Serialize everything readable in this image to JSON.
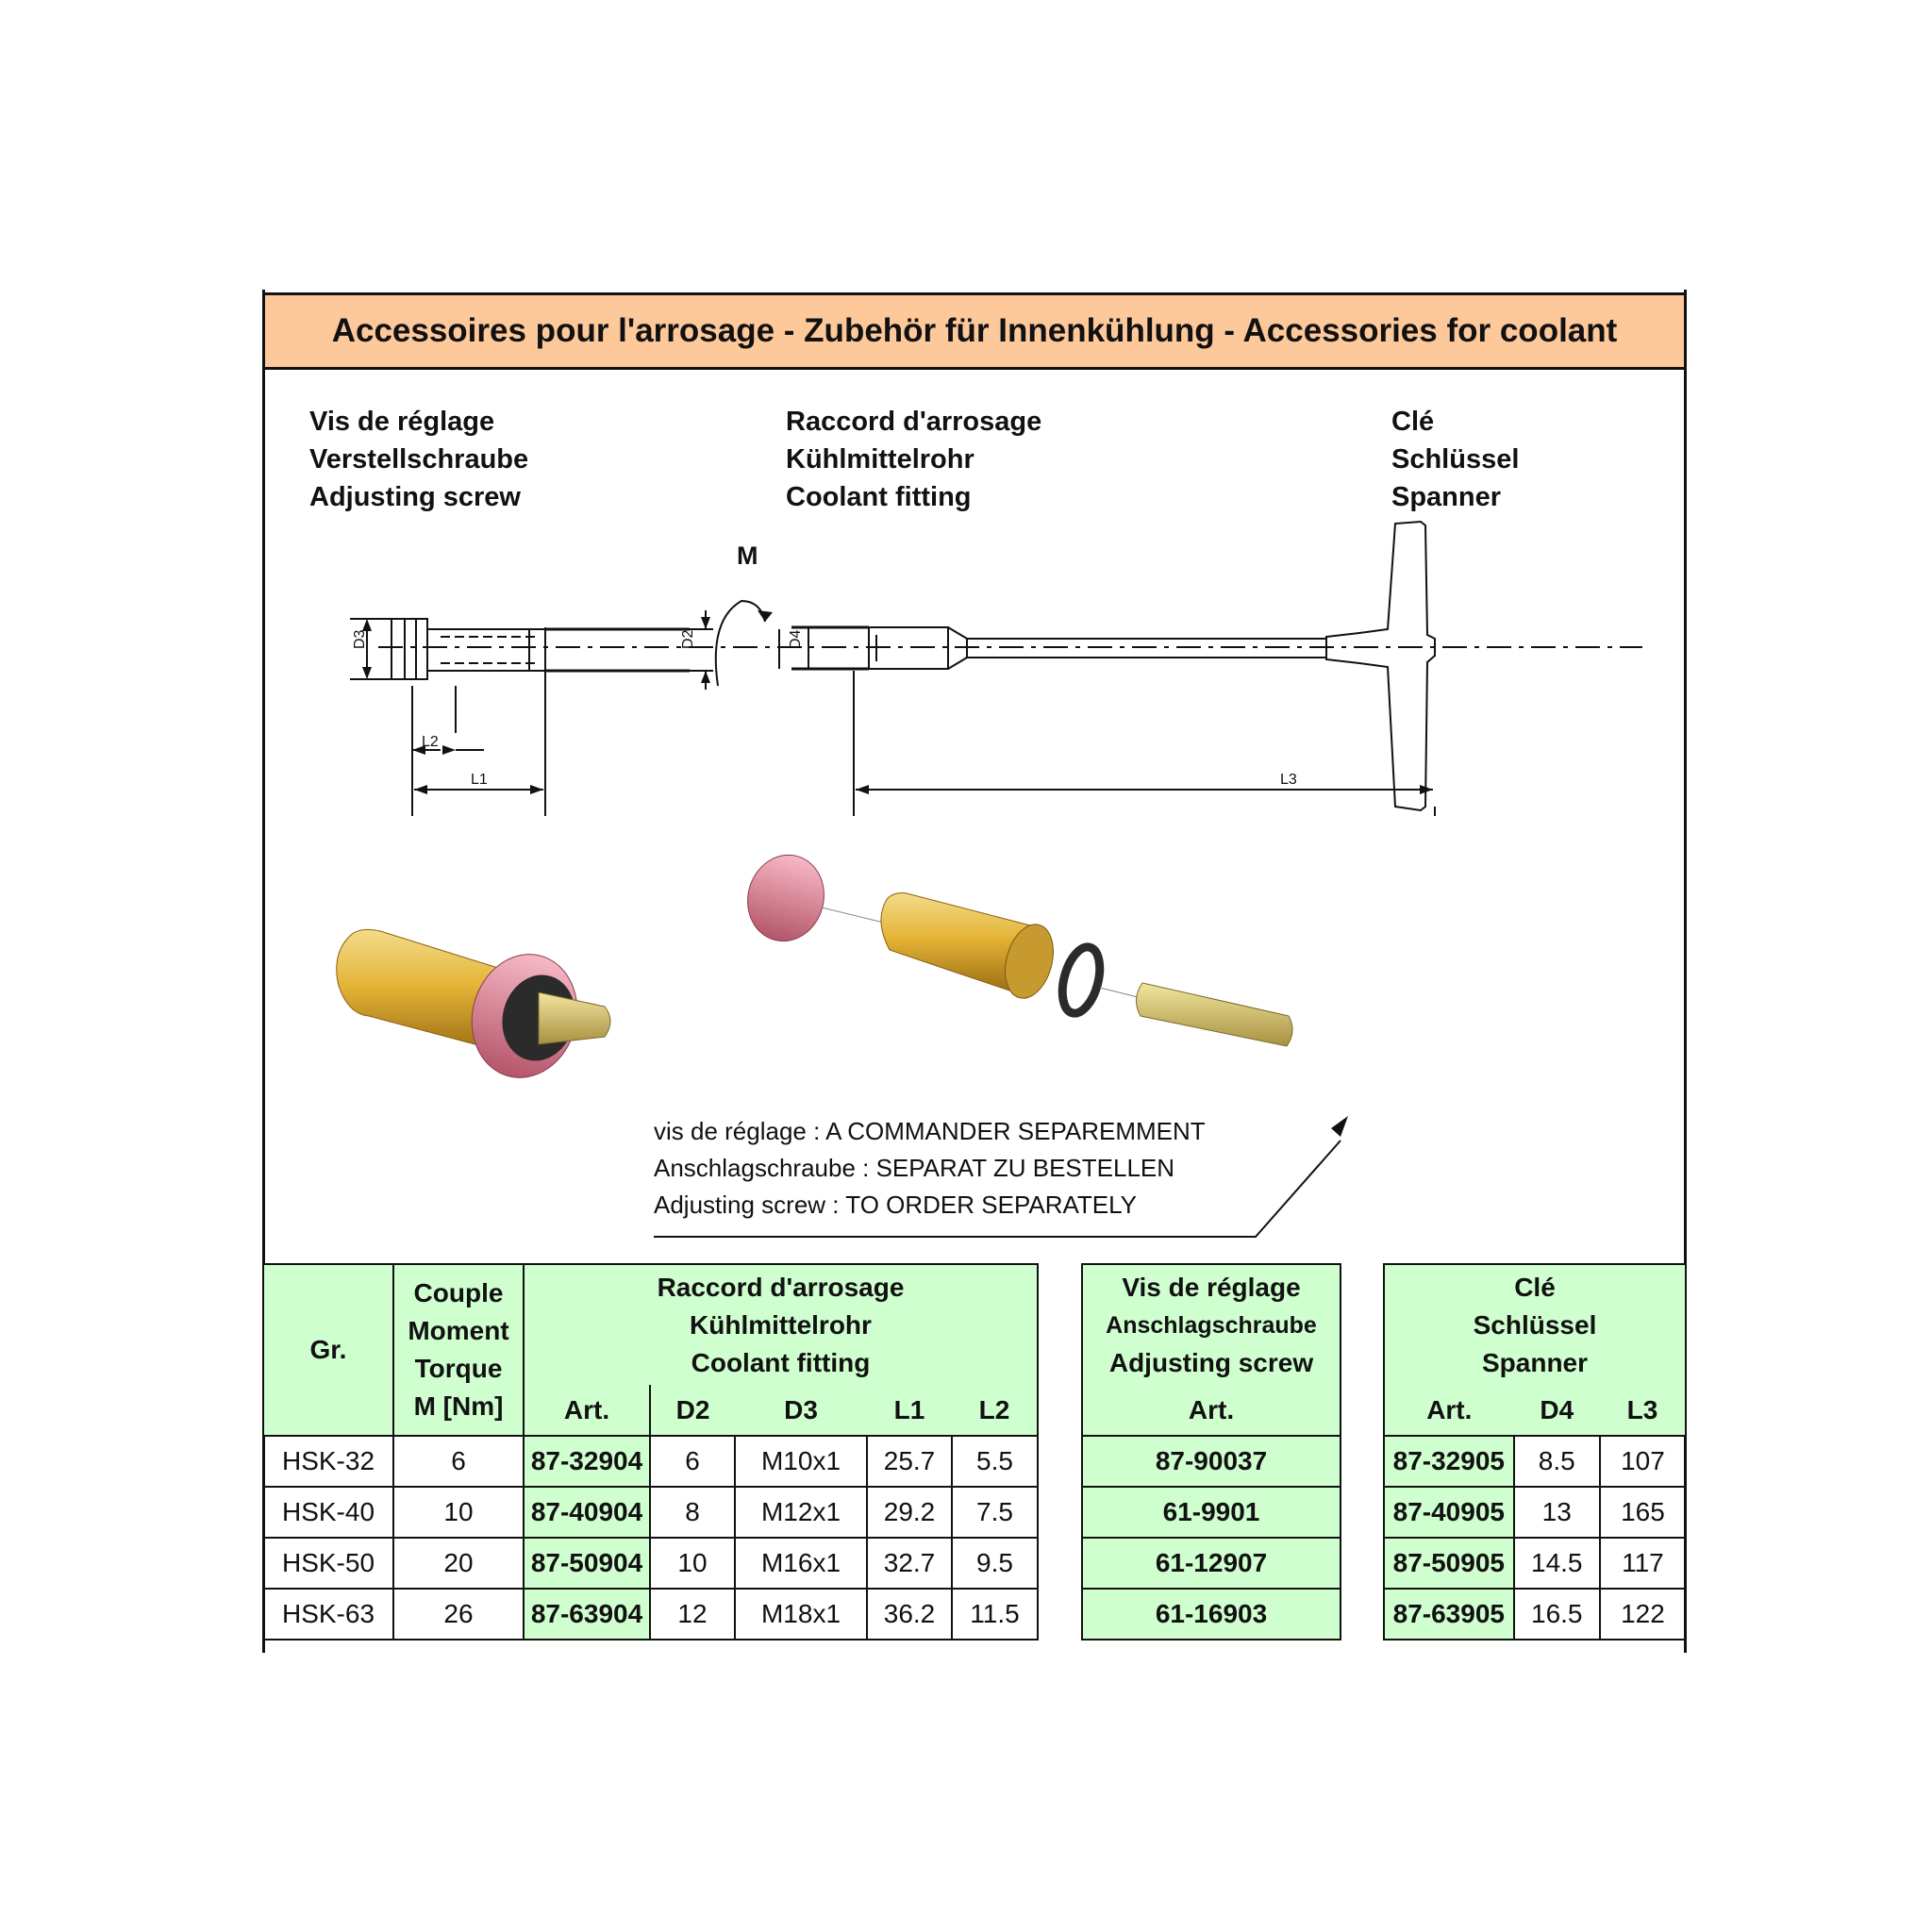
{
  "banner": "Accessoires pour l'arrosage - Zubehör für Innenkühlung - Accessories for coolant",
  "labels": {
    "adjusting_screw": [
      "Vis de réglage",
      "Verstellschraube",
      "Adjusting screw"
    ],
    "coolant_fitting": [
      "Raccord d'arrosage",
      "Kühlmittelrohr",
      "Coolant fitting"
    ],
    "spanner": [
      "Clé",
      "Schlüssel",
      "Spanner"
    ]
  },
  "drawing": {
    "torque_symbol": "M",
    "dims": {
      "d3": "D3",
      "d2": "D2",
      "d4": "D4",
      "l1": "L1",
      "l2": "L2",
      "l3": "L3"
    }
  },
  "note": [
    "vis de réglage : A COMMANDER SEPAREMMENT",
    "Anschlagschraube : SEPARAT ZU BESTELLEN",
    "Adjusting screw : TO ORDER SEPARATELY"
  ],
  "table_fitting": {
    "gr_header": "Gr.",
    "torque_header": [
      "Couple",
      "Moment",
      "Torque",
      "M [Nm]"
    ],
    "group_header": [
      "Raccord d'arrosage",
      "Kühlmittelrohr",
      "Coolant fitting"
    ],
    "columns": [
      "Art.",
      "D2",
      "D3",
      "L1",
      "L2"
    ],
    "rows": [
      {
        "gr": "HSK-32",
        "m": "6",
        "art": "87-32904",
        "d2": "6",
        "d3": "M10x1",
        "l1": "25.7",
        "l2": "5.5"
      },
      {
        "gr": "HSK-40",
        "m": "10",
        "art": "87-40904",
        "d2": "8",
        "d3": "M12x1",
        "l1": "29.2",
        "l2": "7.5"
      },
      {
        "gr": "HSK-50",
        "m": "20",
        "art": "87-50904",
        "d2": "10",
        "d3": "M16x1",
        "l1": "32.7",
        "l2": "9.5"
      },
      {
        "gr": "HSK-63",
        "m": "26",
        "art": "87-63904",
        "d2": "12",
        "d3": "M18x1",
        "l1": "36.2",
        "l2": "11.5"
      }
    ]
  },
  "table_screw": {
    "group_header": [
      "Vis de réglage",
      "Anschlagschraube",
      "Adjusting screw"
    ],
    "columns": [
      "Art."
    ],
    "rows": [
      "87-90037",
      "61-9901",
      "61-12907",
      "61-16903"
    ]
  },
  "table_spanner": {
    "group_header": [
      "Clé",
      "Schlüssel",
      "Spanner"
    ],
    "columns": [
      "Art.",
      "D4",
      "L3"
    ],
    "rows": [
      {
        "art": "87-32905",
        "d4": "8.5",
        "l3": "107"
      },
      {
        "art": "87-40905",
        "d4": "13",
        "l3": "165"
      },
      {
        "art": "87-50905",
        "d4": "14.5",
        "l3": "117"
      },
      {
        "art": "87-63905",
        "d4": "16.5",
        "l3": "122"
      }
    ]
  }
}
